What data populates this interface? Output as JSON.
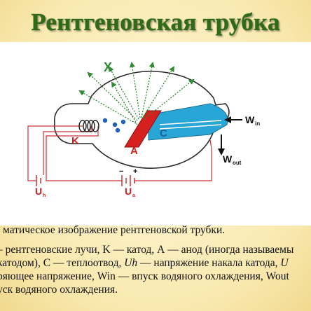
{
  "title": "Рентгеновская трубка",
  "diagram": {
    "labels": {
      "x_rays": "X",
      "cathode": "K",
      "anode": "A",
      "heat_sink": "C",
      "uh": "U",
      "uh_sub": "h",
      "ua": "U",
      "ua_sub": "a",
      "minus": "−",
      "plus": "+",
      "win": "W",
      "win_sub": "in",
      "wout": "W",
      "wout_sub": "out"
    },
    "colors": {
      "glass_outline": "#2a2a2a",
      "wire": "#cc3333",
      "anode": "#d62020",
      "heat_sink": "#2aa6d6",
      "rays": "#2e8b2e",
      "electrons": "#1f5fbf",
      "label_red": "#cc1f1f",
      "label_blue": "#1a6fbf"
    }
  },
  "caption": {
    "line1": "матическое изображение рентгеновской трубки.",
    "line2": "– рентгеновские лучи, K — катод, А — анод (иногда называемы",
    "line3_a": "катодом), С — теплоотвод, ",
    "line3_uh": "Uh",
    "line3_b": " — напряжение накала катода, ",
    "line3_u": "U",
    "line4": "ряющее напряжение, Win — впуск водяного охлаждения, Wout",
    "line5": "уск водяного охлаждения."
  }
}
